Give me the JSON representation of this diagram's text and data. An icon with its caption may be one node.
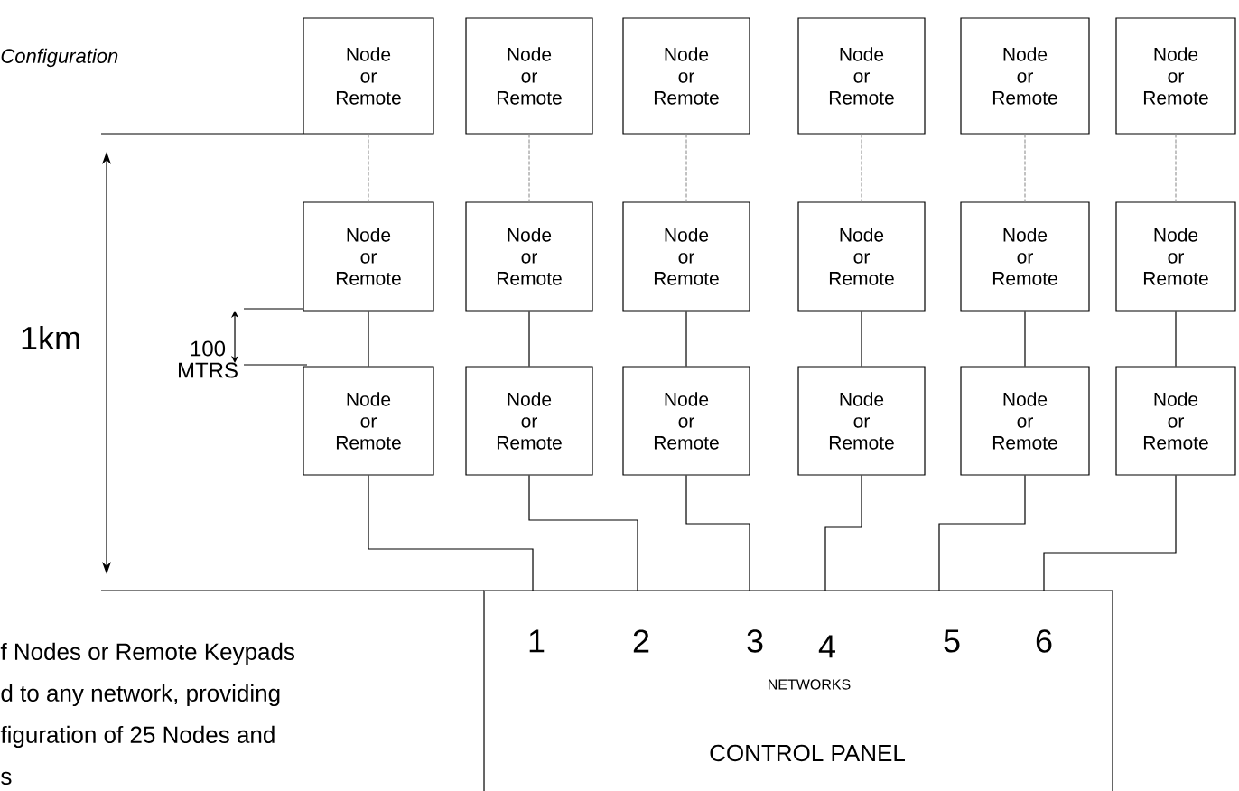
{
  "diagram": {
    "nodes": [
      {
        "text": [
          "Node or Remote"
        ]
      },
      {
        "text": [
          "Node or Remote"
        ]
      },
      {
        "text": [
          "Node or Remote"
        ]
      },
      {
        "text": [
          "Node or Remote"
        ]
      },
      {
        "text": [
          "Node or Remote"
        ]
      },
      {
        "text": [
          "Node or Remote"
        ]
      },
      {
        "text": [
          "Node or Remote"
        ]
      },
      {
        "text": [
          "Node or Remote"
        ]
      },
      {
        "text": [
          "Node or Remote"
        ]
      },
      {
        "text": [
          "Node or Remote"
        ]
      },
      {
        "text": [
          "Node or Remote"
        ]
      },
      {
        "text": [
          "Node or Remote"
        ]
      },
      {
        "text": [
          "Node or Remote"
        ]
      },
      {
        "text": [
          "Node or Remote"
        ]
      },
      {
        "text": [
          "Node or Remote"
        ]
      },
      {
        "text": [
          "Node or Remote"
        ]
      },
      {
        "text": [
          "Node or Remote"
        ]
      },
      {
        "text": [
          "Node or Remote"
        ]
      },
      {
        "text": [
          "1",
          "2",
          "3",
          "4",
          "5",
          "6",
          "NETWORKS",
          "CONTROL PANEL"
        ]
      }
    ],
    "edges": [
      {
        "from": 0,
        "to": 6,
        "arrow": "none",
        "style": "dashed",
        "color": "#9a9a9a"
      },
      {
        "from": 1,
        "to": 7,
        "arrow": "none",
        "style": "dashed",
        "color": "#9a9a9a"
      },
      {
        "from": 2,
        "to": 8,
        "arrow": "none",
        "style": "dashed",
        "color": "#9a9a9a"
      },
      {
        "from": 3,
        "to": 9,
        "arrow": "none",
        "style": "dashed",
        "color": "#9a9a9a"
      },
      {
        "from": 4,
        "to": 10,
        "arrow": "none",
        "style": "dashed",
        "color": "#9a9a9a"
      },
      {
        "from": 5,
        "to": 11,
        "arrow": "none",
        "style": "dashed",
        "color": "#9a9a9a"
      },
      {
        "from": 6,
        "to": 12,
        "arrow": "none"
      },
      {
        "from": 7,
        "to": 13,
        "arrow": "none"
      },
      {
        "from": 8,
        "to": 14,
        "arrow": "none"
      },
      {
        "from": 9,
        "to": 15,
        "arrow": "none"
      },
      {
        "from": 10,
        "to": 16,
        "arrow": "none"
      },
      {
        "from": 11,
        "to": 17,
        "arrow": "none"
      },
      {
        "from": 12,
        "to": 18,
        "arrow": "none"
      },
      {
        "from": 13,
        "to": 18,
        "arrow": "none"
      },
      {
        "from": 14,
        "to": 18,
        "arrow": "none"
      },
      {
        "from": 15,
        "to": 18,
        "arrow": "none"
      },
      {
        "from": 16,
        "to": 18,
        "arrow": "none"
      },
      {
        "from": 17,
        "to": 18,
        "arrow": "none"
      }
    ],
    "labels": [
      "Configuration",
      "1km",
      "100 MTRS",
      "f Nodes or Remote Keypads",
      "d to any network, providing",
      "figuration of 25 Nodes and",
      "s"
    ]
  }
}
